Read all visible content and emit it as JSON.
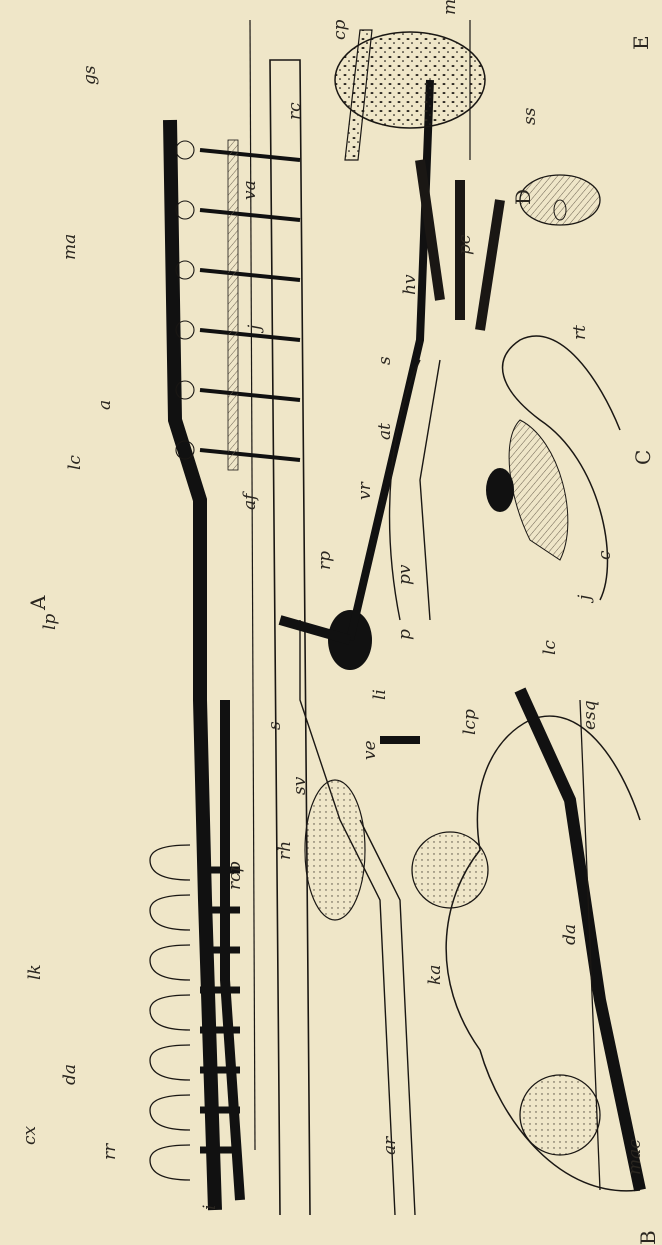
{
  "figure": {
    "panels": [
      "A",
      "B",
      "C",
      "D",
      "E"
    ],
    "labels_A": [
      "cx",
      "da",
      "lk",
      "rr",
      "rcp",
      "i",
      "rh",
      "sv",
      "s",
      "lp",
      "li",
      "p",
      "pv",
      "rp",
      "af",
      "lc",
      "a",
      "ma",
      "j",
      "va",
      "gs",
      "vr",
      "rc"
    ],
    "labels_B": [
      "mac",
      "ar",
      "ka",
      "ve",
      "da",
      "lcp",
      "esq"
    ],
    "labels_C": [
      "lc",
      "at",
      "s",
      "hv",
      "pc",
      "rt",
      "c",
      "j"
    ],
    "labels_E": [
      "ss",
      "cp",
      "m"
    ]
  },
  "colors": {
    "background": "#efe6c8",
    "ink": "#1a1714",
    "vessel": "#111111"
  }
}
